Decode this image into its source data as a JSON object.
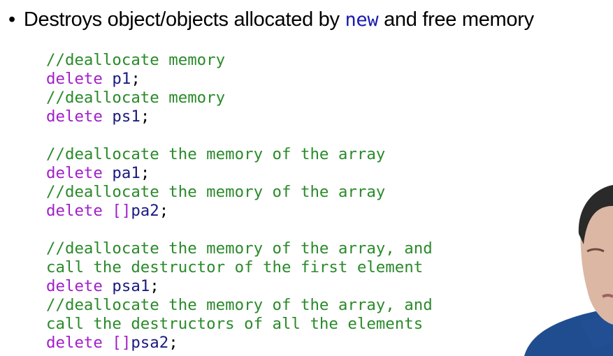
{
  "slide": {
    "bullet": {
      "before": "Destroys object/objects allocated by ",
      "code_word": "new",
      "after": " and free memory"
    },
    "code_lines": [
      [
        {
          "t": "//deallocate memory",
          "k": "comment"
        }
      ],
      [
        {
          "t": "delete",
          "k": "keyword"
        },
        {
          "t": " ",
          "k": "punct"
        },
        {
          "t": "p1",
          "k": "ident"
        },
        {
          "t": ";",
          "k": "punct"
        }
      ],
      [
        {
          "t": "//deallocate memory",
          "k": "comment"
        }
      ],
      [
        {
          "t": "delete",
          "k": "keyword"
        },
        {
          "t": " ",
          "k": "punct"
        },
        {
          "t": "ps1",
          "k": "ident"
        },
        {
          "t": ";",
          "k": "punct"
        }
      ],
      [],
      [
        {
          "t": "//deallocate the memory of the array",
          "k": "comment"
        }
      ],
      [
        {
          "t": "delete",
          "k": "keyword"
        },
        {
          "t": " ",
          "k": "punct"
        },
        {
          "t": "pa1",
          "k": "ident"
        },
        {
          "t": ";",
          "k": "punct"
        }
      ],
      [
        {
          "t": "//deallocate the memory of the array",
          "k": "comment"
        }
      ],
      [
        {
          "t": "delete []",
          "k": "keyword"
        },
        {
          "t": "pa2",
          "k": "ident"
        },
        {
          "t": ";",
          "k": "punct"
        }
      ],
      [],
      [
        {
          "t": "//deallocate the memory of the array, and",
          "k": "comment"
        }
      ],
      [
        {
          "t": "call the destructor of the first element",
          "k": "comment"
        }
      ],
      [
        {
          "t": "delete",
          "k": "keyword"
        },
        {
          "t": " ",
          "k": "punct"
        },
        {
          "t": "psa1",
          "k": "ident"
        },
        {
          "t": ";",
          "k": "punct"
        }
      ],
      [
        {
          "t": "//deallocate the memory of the array, and",
          "k": "comment"
        }
      ],
      [
        {
          "t": "call the destructors of all the elements",
          "k": "comment"
        }
      ],
      [
        {
          "t": "delete []",
          "k": "keyword"
        },
        {
          "t": "psa2",
          "k": "ident"
        },
        {
          "t": ";",
          "k": "punct"
        }
      ]
    ]
  },
  "colors": {
    "comment": "#2a8a2a",
    "keyword": "#a020c8",
    "ident": "#1a1a80",
    "new": "#1a1ab0"
  }
}
